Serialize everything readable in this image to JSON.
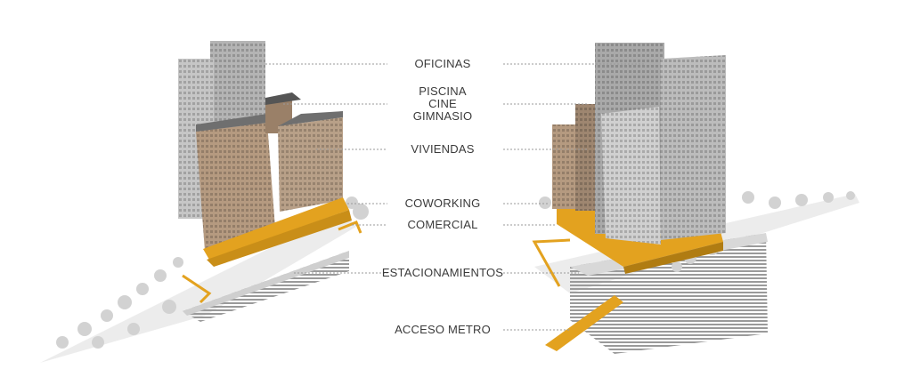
{
  "labels": {
    "oficinas": "OFICINAS",
    "piscina": "PISCINA",
    "cine": "CINE",
    "gimnasio": "GIMNASIO",
    "viviendas": "VIVIENDAS",
    "coworking": "COWORKING",
    "comercial": "COMERCIAL",
    "estacionamientos": "ESTACIONAMIENTOS",
    "acceso_metro": "ACCESO METRO"
  },
  "colors": {
    "accent": "#e3a21f",
    "tan": "#b59a80",
    "office_gray": "#a9a9a9",
    "text": "#3a3a3a",
    "leader": "#9a9a9a"
  }
}
